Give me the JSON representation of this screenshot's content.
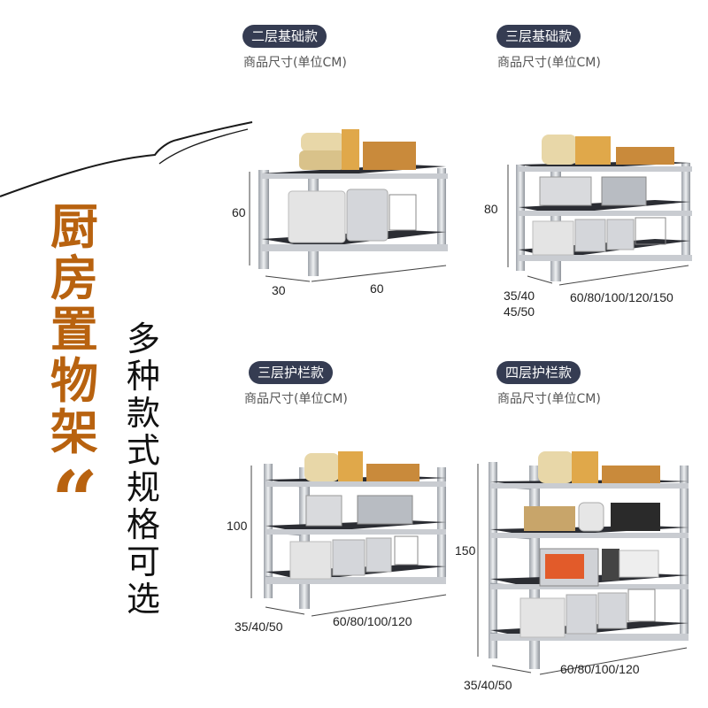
{
  "heading": {
    "title_chars": [
      "厨",
      "房",
      "置",
      "物",
      "架"
    ],
    "quote_mark": "“",
    "subtitle_chars": [
      "多",
      "种",
      "款",
      "式",
      "规",
      "格",
      "可",
      "选"
    ]
  },
  "products": [
    {
      "name": "二层基础款",
      "unit_label": "商品尺寸(单位CM)",
      "height": "60",
      "depth": "30",
      "width": "60"
    },
    {
      "name": "三层基础款",
      "unit_label": "商品尺寸(单位CM)",
      "height": "80",
      "depth_line1": "35/40",
      "depth_line2": "45/50",
      "width": "60/80/100/120/150"
    },
    {
      "name": "三层护栏款",
      "unit_label": "商品尺寸(单位CM)",
      "height": "100",
      "depth": "35/40/50",
      "width": "60/80/100/120"
    },
    {
      "name": "四层护栏款",
      "unit_label": "商品尺寸(单位CM)",
      "height": "150",
      "depth": "35/40/50",
      "width": "60/80/100/120"
    }
  ],
  "colors": {
    "accent": "#b8620f",
    "badge": "#353c52",
    "steel": "#c9ccd1",
    "shelf": "#2b2d33"
  }
}
